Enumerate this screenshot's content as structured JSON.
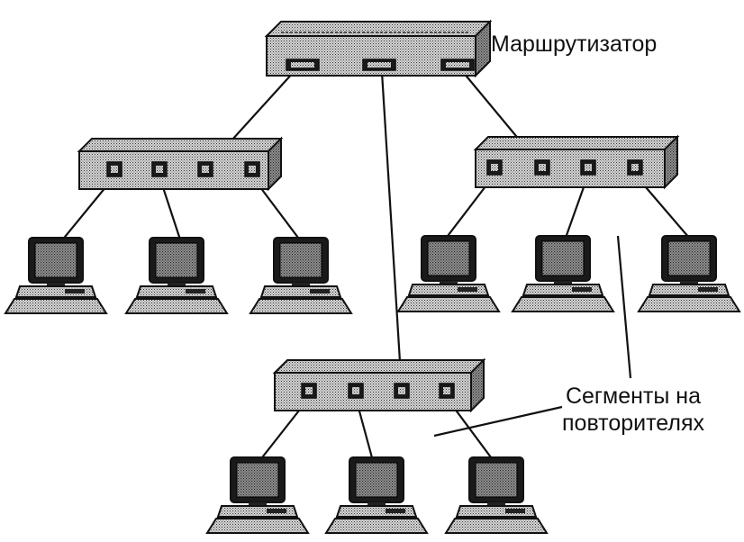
{
  "labels": {
    "router": "Маршрутизатор",
    "segments_line1": "Сегменты на",
    "segments_line2": "повторителях"
  },
  "colors": {
    "ink": "#111111",
    "device_fill": "#c8c8c8",
    "screen_fill": "#8a8a8a",
    "background": "#ffffff"
  },
  "devices": {
    "router": {
      "name": "router",
      "ports": 3
    },
    "hubs": [
      {
        "name": "hub-left",
        "ports": 4
      },
      {
        "name": "hub-right",
        "ports": 4
      },
      {
        "name": "hub-bottom",
        "ports": 4
      }
    ],
    "computers_per_hub": 3
  }
}
